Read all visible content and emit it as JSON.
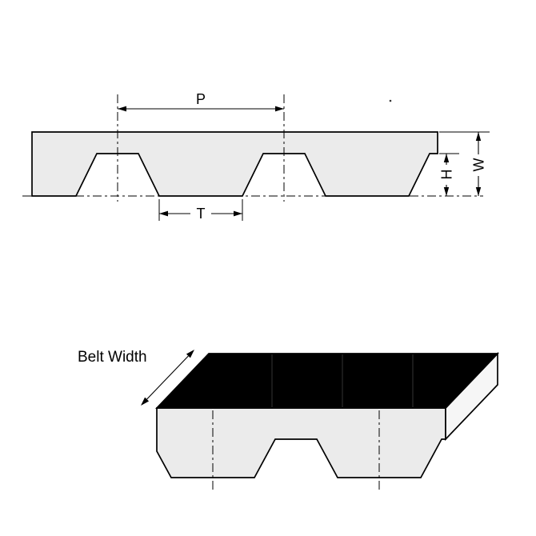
{
  "top_view": {
    "pitch_label": "P",
    "tooth_label": "T",
    "tooth_height_label": "H",
    "thickness_label": "W"
  },
  "bottom_view": {
    "belt_width_label": "Belt Width"
  },
  "colors": {
    "background": "#ffffff",
    "belt_fill": "#ebebeb",
    "end_face_fill": "#f6f6f6",
    "top_surface": "#000000",
    "line_color": "#000000"
  }
}
